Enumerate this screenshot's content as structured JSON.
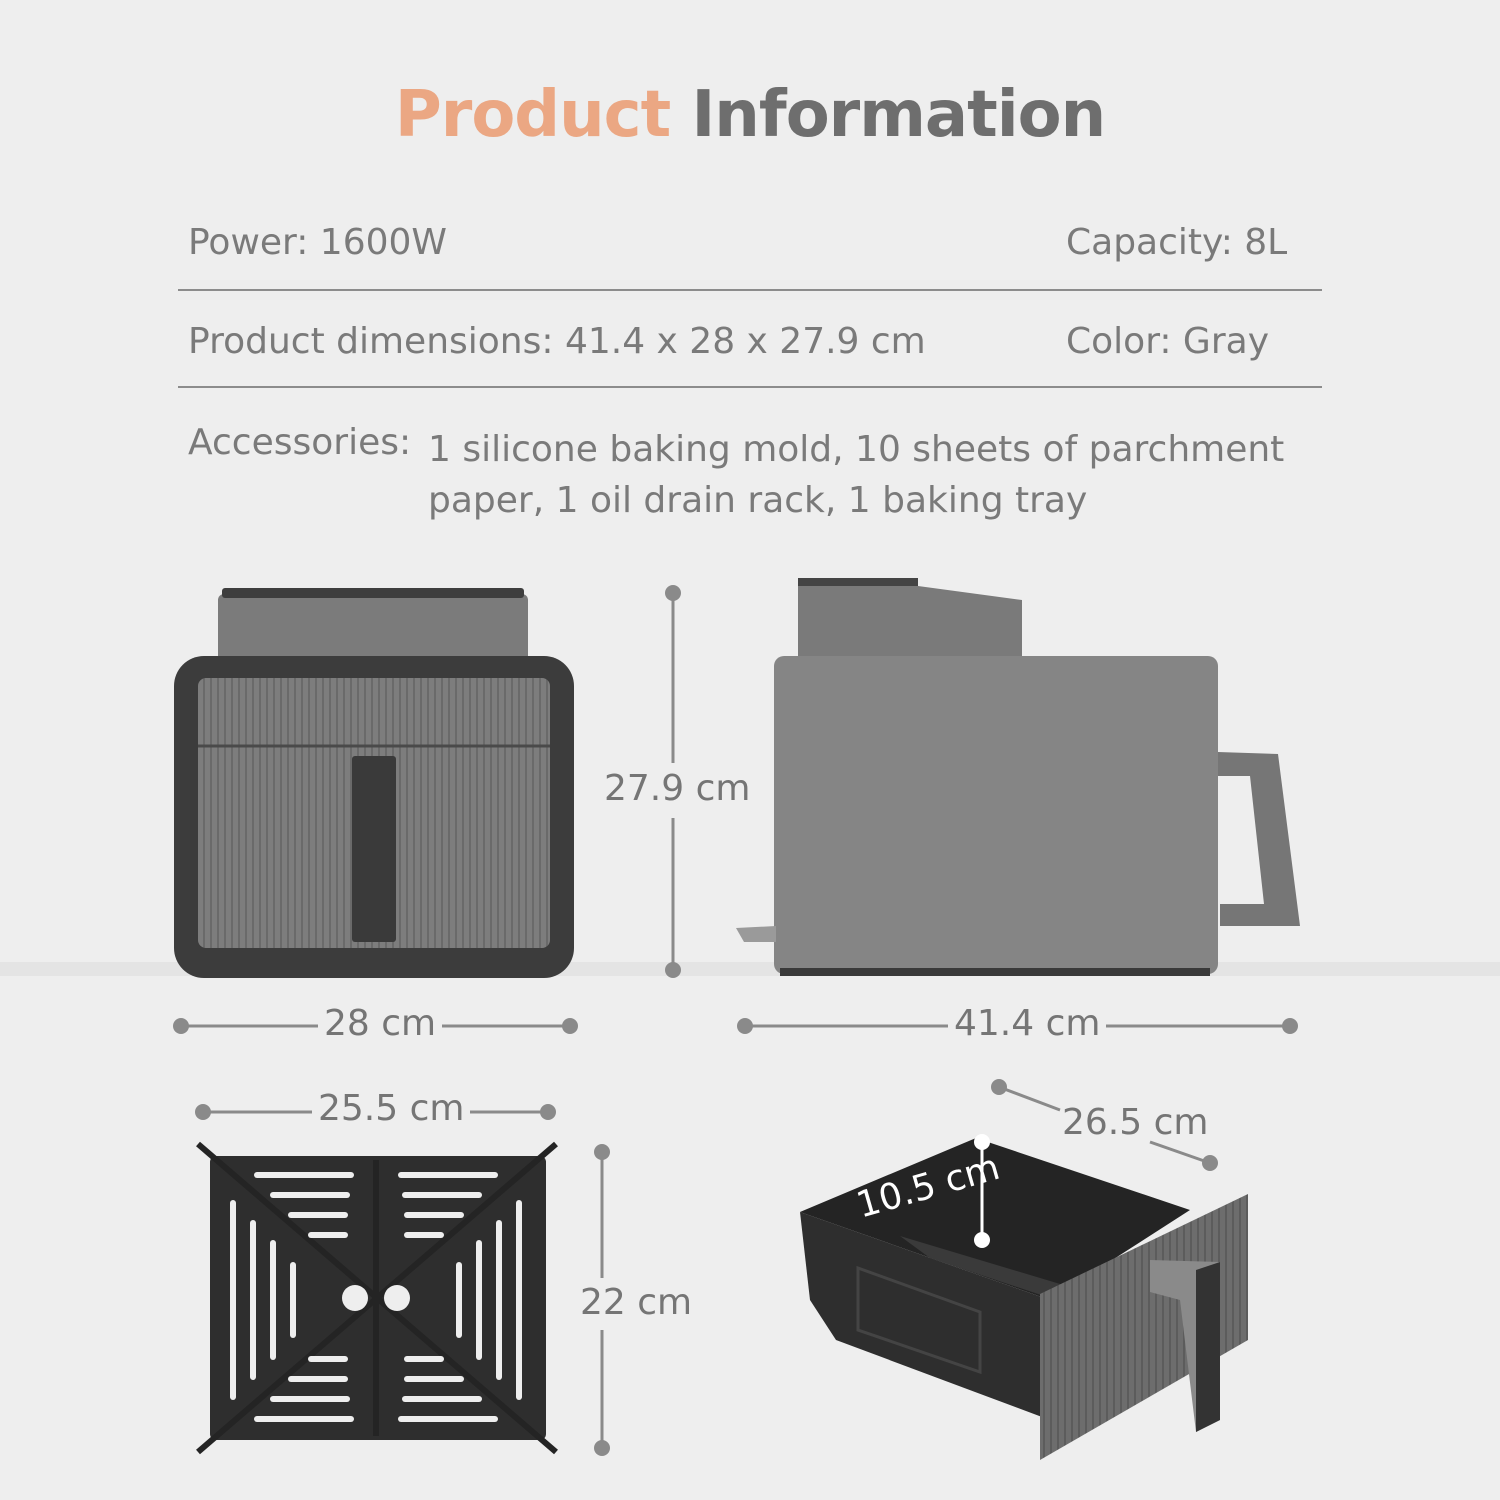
{
  "title": {
    "part1": "Product",
    "part2": "Information"
  },
  "specs": {
    "power": "Power: 1600W",
    "capacity": "Capacity: 8L",
    "dimensions": "Product dimensions: 41.4 x 28 x 27.9 cm",
    "color": "Color: Gray",
    "accessories_label": "Accessories:",
    "accessories_value": "1 silicone baking mold, 10 sheets of parchment paper, 1 oil drain rack, 1 baking tray"
  },
  "dimensions": {
    "height": "27.9 cm",
    "width": "28 cm",
    "depth": "41.4 cm",
    "rack_width": "25.5 cm",
    "rack_depth": "22 cm",
    "basket_length": "26.5 cm",
    "basket_height": "10.5 cm"
  },
  "colors": {
    "title_accent": "#eba783",
    "title_main": "#6e6e6e",
    "appliance_body": "#858585",
    "appliance_dark": "#3a3a3a"
  }
}
